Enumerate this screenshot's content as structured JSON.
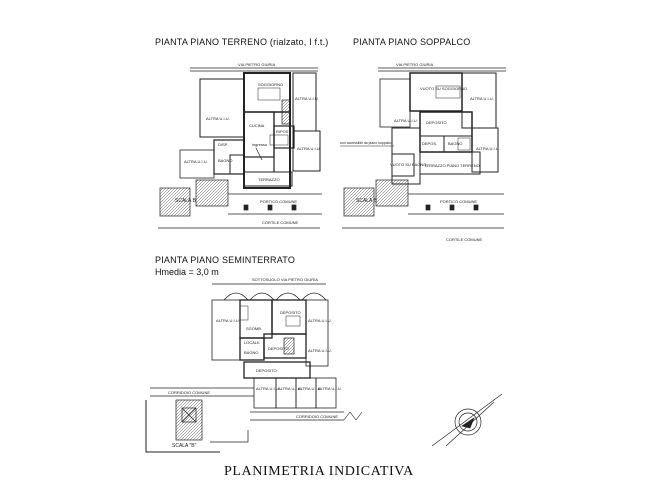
{
  "titles": {
    "ground": "PIANTA PIANO TERRENO  (rialzato, I f.t.)",
    "mezzanine": "PIANTA PIANO SOPPALCO",
    "basement": "PIANTA PIANO SEMINTERRATO",
    "basement_height": "Hmedia = 3,0 m",
    "footer": "PLANIMETRIA INDICATIVA"
  },
  "ground_labels": {
    "street": "VIA PIETRO GIURIA",
    "soggiorno": "SOGGIORNO",
    "altra_uiu_top": "ALTRA U.I.U.",
    "altra_uiu_left": "ALTRA U.I.U.",
    "altra_uiu_right": "ALTRA U.I.U.",
    "altra_uiu_low": "ALTRA U.I.U.",
    "cucina": "CUCINA",
    "ingresso": "ingresso",
    "ripost": "RIPOST.",
    "bagno": "BAGNO",
    "dispensa": "DISP.",
    "terrazzo": "TERRAZZO",
    "portico": "PORTICO COMUNE",
    "cortile": "CORTILE COMUNE",
    "scala": "SCALA B"
  },
  "mezz_labels": {
    "street": "VIA PIETRO GIURIA",
    "vuoto": "VUOTO SU SOGGIORNO",
    "altra_uiu_top": "ALTRA U.I.U.",
    "altra_uiu_left": "ALTRA U.I.U.",
    "altra_uiu_right": "ALTRA U.I.U.",
    "deposito": "DEPOSITO",
    "bagno": "BAGNO",
    "deposito2": "DEPOS.",
    "vuoto_bagno": "VUOTO SU BAGNO",
    "terrazzo": "TERRAZZO PIANO TERRENO",
    "portico": "PORTICO COMUNE",
    "cortile": "CORTILE COMUNE",
    "scala": "SCALA B",
    "note": "non accessibili da piano soppalco"
  },
  "base_labels": {
    "street": "SOTTOSUOLO VIA PIETRO GIURIA",
    "altra_uiu_left": "ALTRA U.I.U.",
    "altra_uiu_right": "ALTRA U.I.U.",
    "altra_uiu_right2": "ALTRA U.I.U.",
    "altra_uiu_low1": "ALTRA U.I.U.",
    "altra_uiu_low2": "ALTRA U.I.U.",
    "altra_uiu_low3": "ALTRA U.I.U.",
    "altra_uiu_low4": "ALTRA U.I.U.",
    "sgombero": "SGOMB.",
    "deposito_top": "DEPOSITO",
    "deposito_mid": "DEPOSITO",
    "deposito_low": "DEPOSITO",
    "locale": "LOCALE",
    "bagno": "BAGNO",
    "corridoio": "CORRIDOIO COMUNE",
    "corridoio2": "CORRIDOIO COMUNE",
    "scala": "SCALA \"B\""
  }
}
